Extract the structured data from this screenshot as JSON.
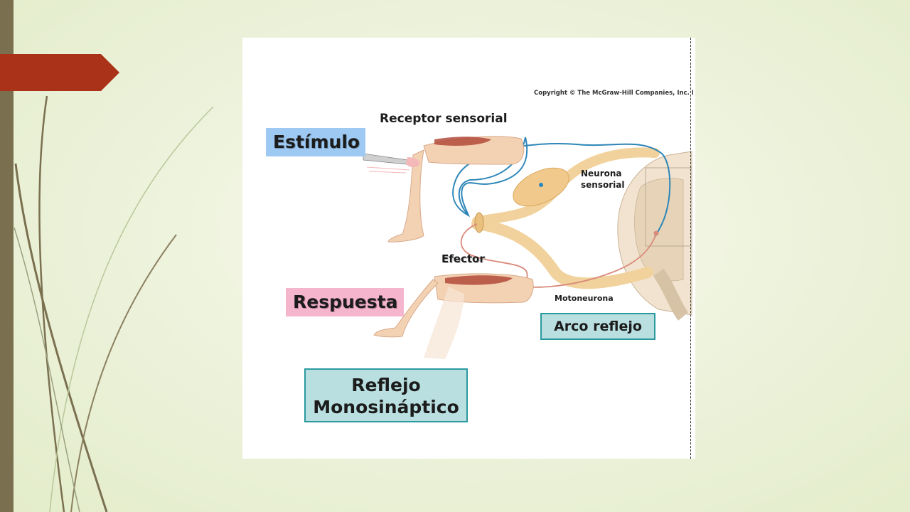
{
  "slide": {
    "accent_color": "#a93218",
    "sidebar_color": "#7a7050",
    "background_color": "#eef3dd"
  },
  "figure": {
    "copyright": "Copyright © The McGraw-Hill Companies, Inc. P",
    "labels": {
      "receptor": "Receptor sensorial",
      "estimulo": "Estímulo",
      "neurona_line1": "Neurona",
      "neurona_line2": "sensorial",
      "efector": "Efector",
      "respuesta": "Respuesta",
      "motoneurona": "Motoneurona",
      "arco": "Arco reflejo",
      "reflejo_line1": "Reflejo",
      "reflejo_line2": "Monosináptico"
    },
    "colors": {
      "estimulo_box": "#9dc9f3",
      "respuesta_box": "#f4b5cd",
      "teal_box": "#b9dfe0",
      "teal_border": "#2b9a9f",
      "sensory_nerve": "#2d86b8",
      "motor_nerve": "#d98a7a",
      "nerve_body": "#f2d29c"
    }
  }
}
